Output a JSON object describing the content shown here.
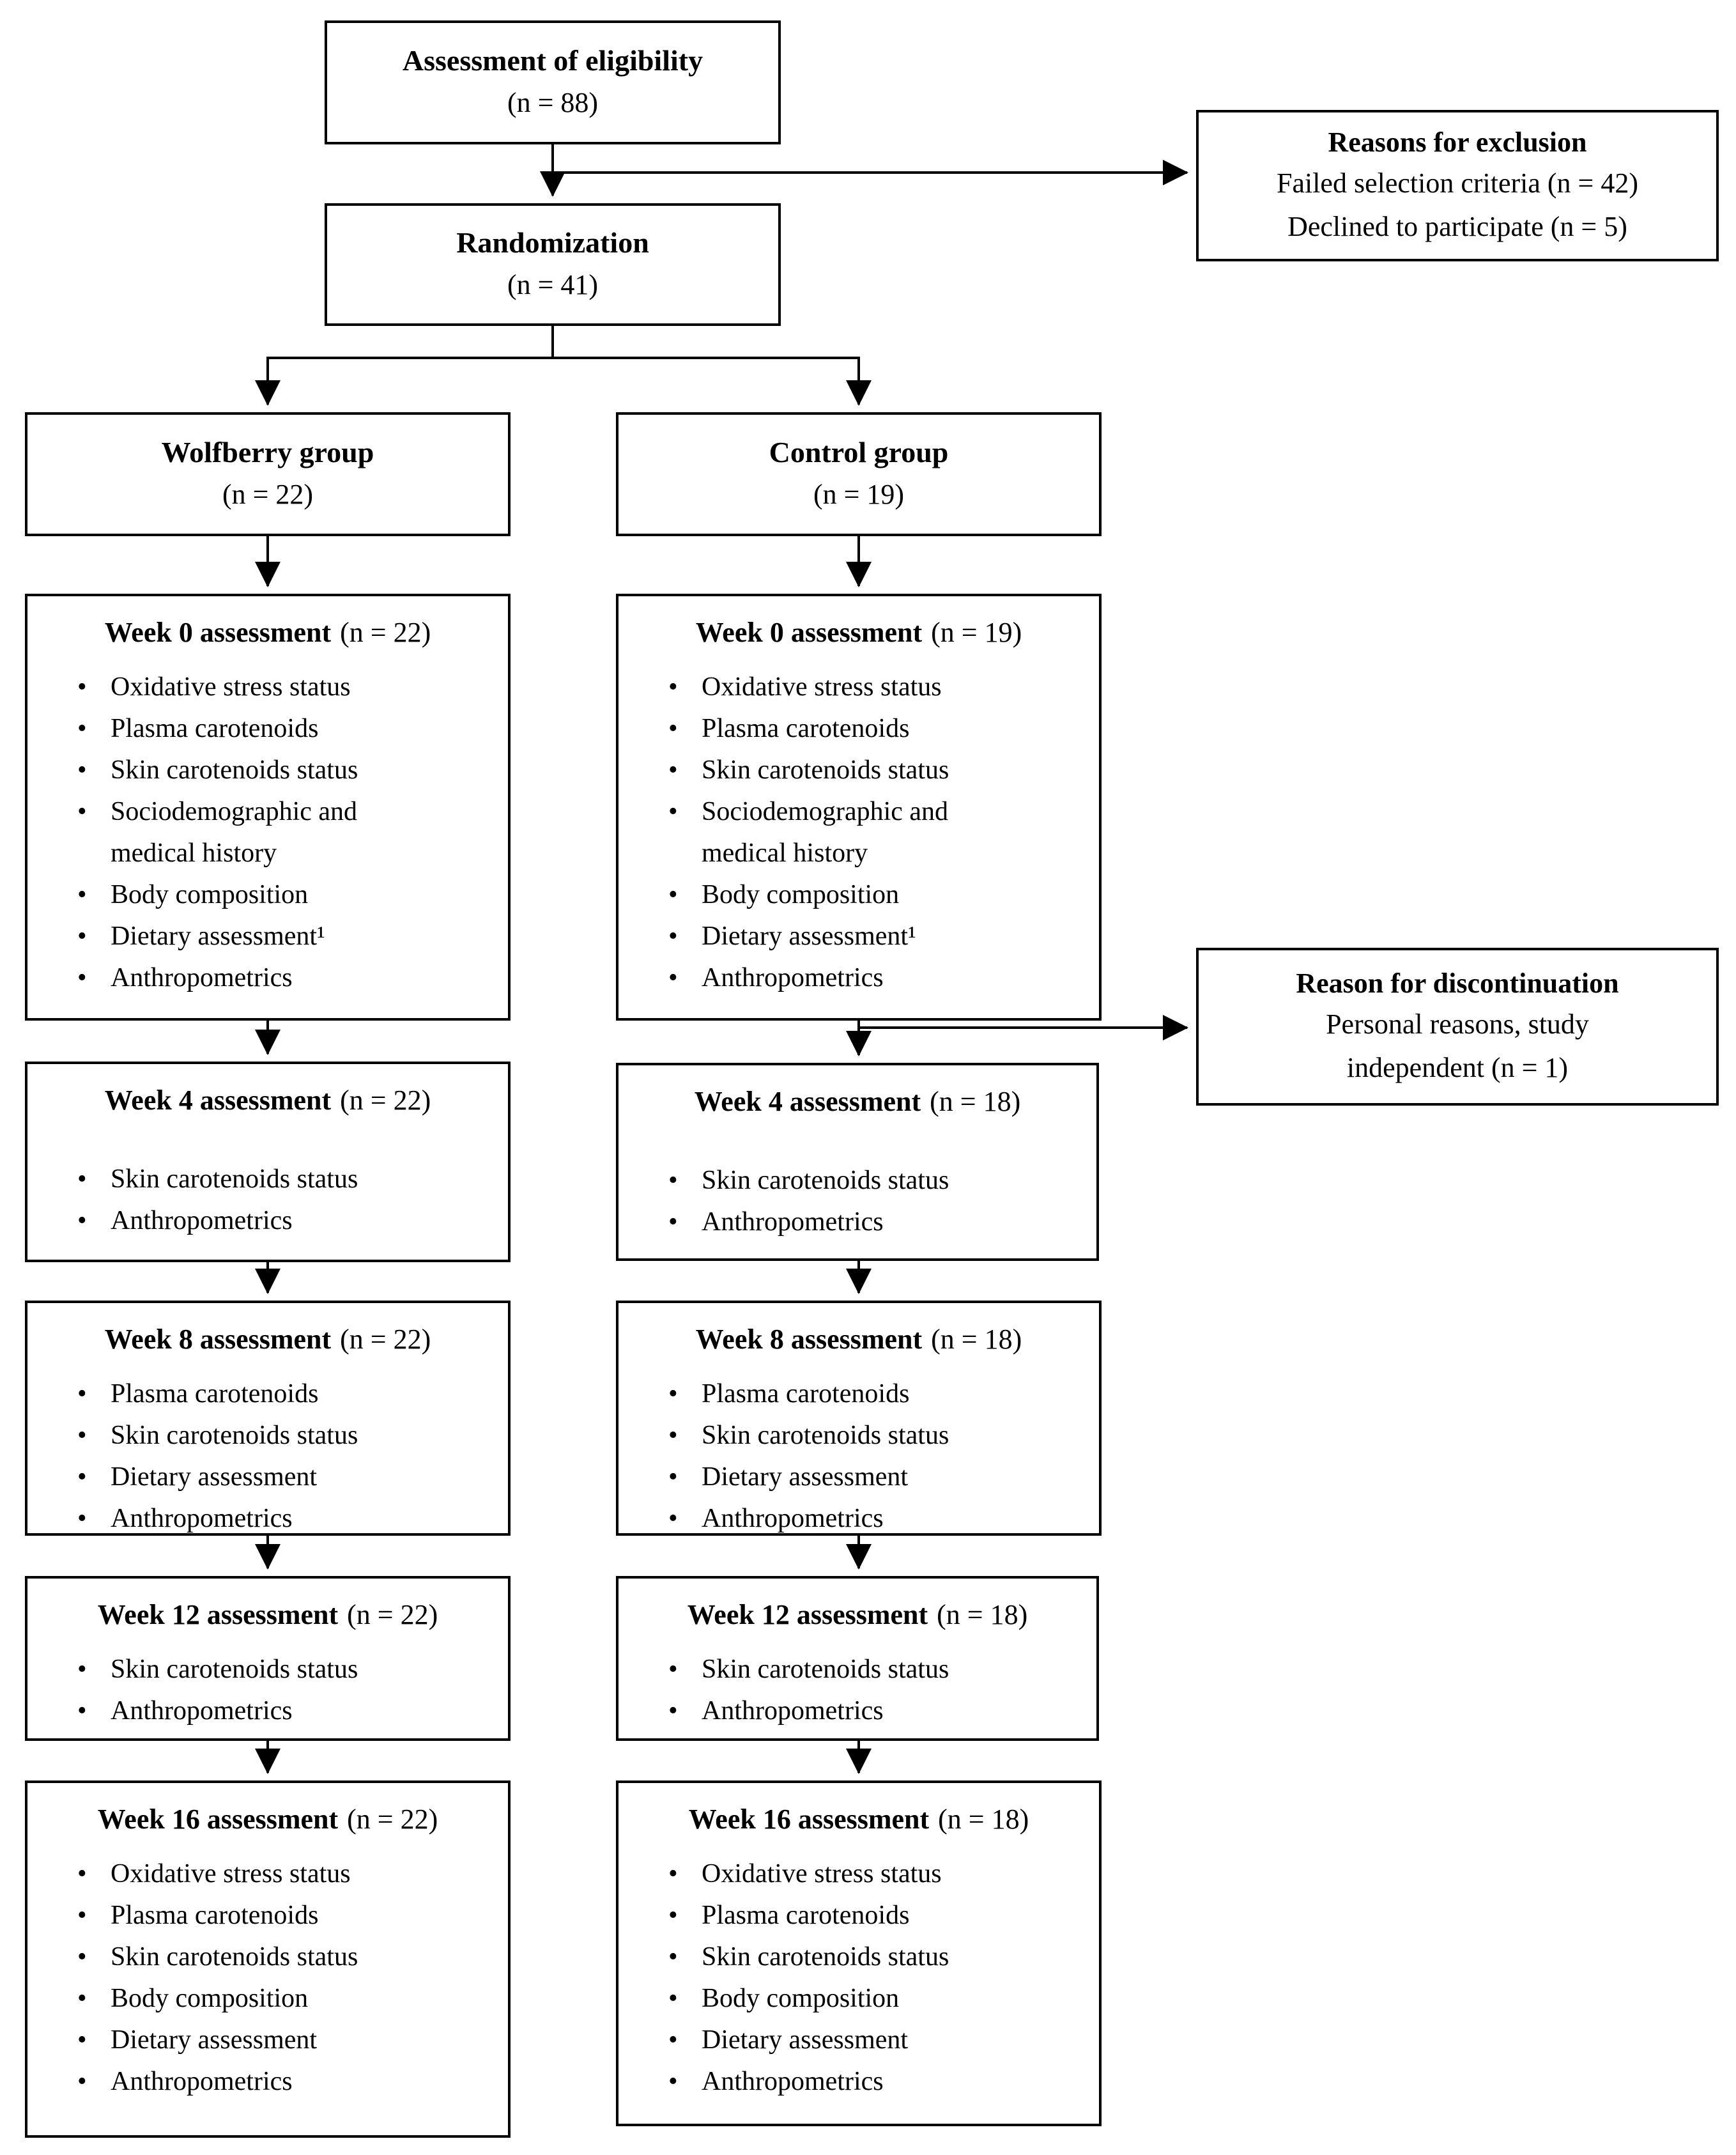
{
  "flowchart": {
    "eligibility": {
      "title": "Assessment of eligibility",
      "n": "(n = 88)"
    },
    "exclusion": {
      "title": "Reasons for exclusion",
      "lines": [
        "Failed selection criteria (n = 42)",
        "Declined to participate (n = 5)"
      ]
    },
    "randomization": {
      "title": "Randomization",
      "n": "(n = 41)"
    },
    "discontinuation": {
      "title": "Reason for discontinuation",
      "lines": [
        "Personal reasons, study",
        "independent (n = 1)"
      ]
    },
    "wolfberry_group": {
      "title": "Wolfberry group",
      "n": "(n = 22)"
    },
    "control_group": {
      "title": "Control group",
      "n": "(n = 19)"
    },
    "wolfberry_weeks": [
      {
        "title": "Week 0 assessment",
        "n": "(n = 22)",
        "items": [
          "Oxidative stress status",
          "Plasma carotenoids",
          "Skin carotenoids status",
          "Sociodemographic and\nmedical history",
          "Body composition",
          "Dietary assessment¹",
          "Anthropometrics"
        ]
      },
      {
        "title": "Week 4 assessment",
        "n": "(n = 22)",
        "items": [
          "Skin carotenoids status",
          "Anthropometrics"
        ]
      },
      {
        "title": "Week 8 assessment",
        "n": "(n = 22)",
        "items": [
          "Plasma carotenoids",
          "Skin carotenoids status",
          "Dietary assessment",
          "Anthropometrics"
        ]
      },
      {
        "title": "Week 12 assessment",
        "n": "(n = 22)",
        "items": [
          "Skin carotenoids status",
          "Anthropometrics"
        ]
      },
      {
        "title": "Week 16 assessment",
        "n": "(n = 22)",
        "items": [
          "Oxidative stress status",
          "Plasma carotenoids",
          "Skin carotenoids status",
          "Body composition",
          "Dietary assessment",
          "Anthropometrics"
        ]
      }
    ],
    "control_weeks": [
      {
        "title": "Week 0 assessment",
        "n": "(n = 19)",
        "items": [
          "Oxidative stress status",
          "Plasma carotenoids",
          "Skin carotenoids status",
          "Sociodemographic and\nmedical history",
          "Body composition",
          "Dietary assessment¹",
          "Anthropometrics"
        ]
      },
      {
        "title": "Week 4 assessment",
        "n": "(n = 18)",
        "items": [
          "Skin carotenoids status",
          "Anthropometrics"
        ]
      },
      {
        "title": "Week 8 assessment",
        "n": "(n = 18)",
        "items": [
          "Plasma carotenoids",
          "Skin carotenoids status",
          "Dietary assessment",
          "Anthropometrics"
        ]
      },
      {
        "title": "Week 12 assessment",
        "n": "(n = 18)",
        "items": [
          "Skin carotenoids status",
          "Anthropometrics"
        ]
      },
      {
        "title": "Week 16 assessment",
        "n": "(n = 18)",
        "items": [
          "Oxidative stress status",
          "Plasma carotenoids",
          "Skin carotenoids status",
          "Body composition",
          "Dietary assessment",
          "Anthropometrics"
        ]
      }
    ]
  }
}
